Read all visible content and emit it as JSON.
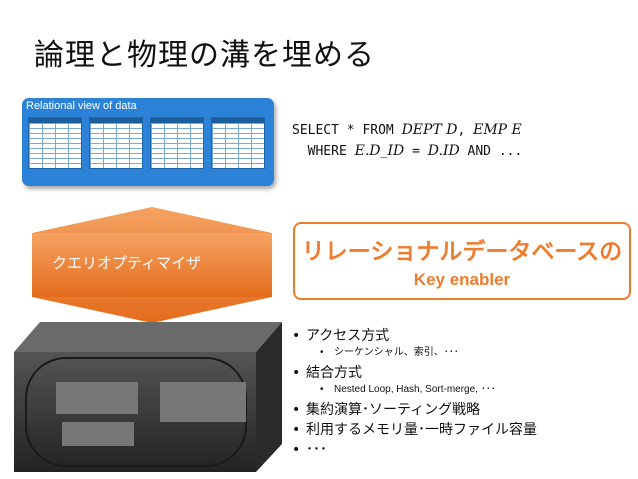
{
  "title": "論理と物理の溝を埋める",
  "relational_view": {
    "label": "Relational view of data"
  },
  "sql": {
    "line1_prefix": "SELECT * FROM ",
    "line1_t1": "DEPT D",
    "line1_sep": ", ",
    "line1_t2": "EMP E",
    "line2_prefix": "  WHERE ",
    "line2_a": "E.D_ID",
    "line2_eq": " = ",
    "line2_b": "D.ID",
    "line2_suffix": " AND ..."
  },
  "optimizer_label": "クエリオプティマイザ",
  "enabler": {
    "line1": "リレーショナルデータベースの",
    "line2": "Key enabler"
  },
  "bullets": [
    {
      "level": 1,
      "bullet": "•",
      "text": "アクセス方式"
    },
    {
      "level": 2,
      "bullet": "•",
      "text": "シーケンシャル、索引、･･･"
    },
    {
      "level": 1,
      "bullet": "•",
      "text": "結合方式"
    },
    {
      "level": 2,
      "bullet": "•",
      "text": "Nested Loop, Hash, Sort-merge, ･･･"
    },
    {
      "level": 1,
      "bullet": "•",
      "text": "集約演算･ソーティング戦略"
    },
    {
      "level": 1,
      "bullet": "•",
      "text": "利用するメモリ量･一時ファイル容量"
    },
    {
      "level": 1,
      "bullet": "•",
      "text": "･･･"
    }
  ],
  "colors": {
    "accent": "#ee7c2e",
    "blue": "#2b82d6",
    "storage": "#3a3a3a"
  }
}
